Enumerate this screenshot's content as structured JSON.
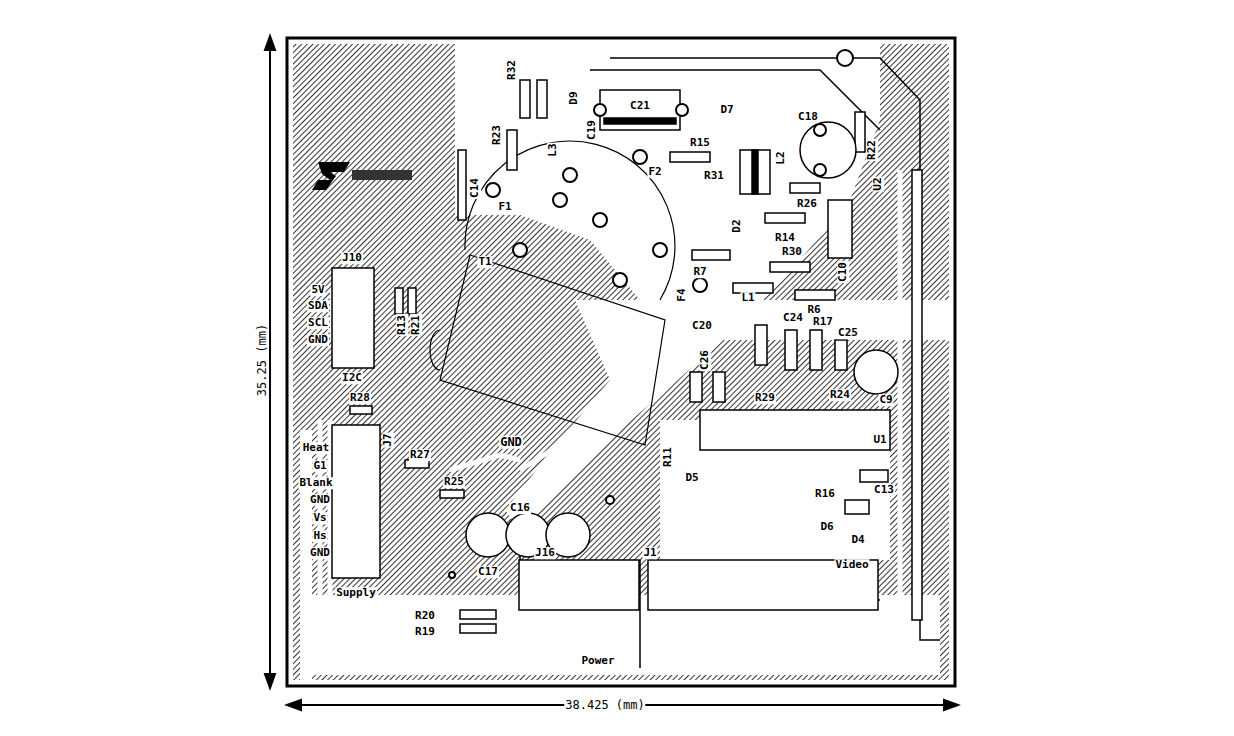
{
  "diagram": {
    "labels": [
      "35.25 (mm)",
      "38.425 (mm)",
      "R32",
      "D9",
      "C21",
      "D7",
      "C18",
      "R22",
      "U2",
      "R23",
      "L3",
      "C19",
      "R15",
      "F2",
      "R31",
      "L2",
      "D2",
      "C14",
      "F1",
      "T1",
      "R26",
      "R14",
      "R30",
      "R7",
      "C10",
      "F4",
      "L1",
      "R6",
      "C20",
      "J10",
      "5V",
      "SDA",
      "SCL",
      "GND",
      "I2C",
      "R13",
      "R21",
      "R28",
      "J7",
      "Heat",
      "G1",
      "Blank",
      "GND",
      "Vs",
      "Hs",
      "GND",
      "Supply",
      "R27",
      "R25",
      "GND",
      "C16",
      "C17",
      "R20",
      "R19",
      "J16",
      "Power",
      "Video",
      "U1",
      "C13",
      "D4",
      "C25",
      "R17",
      "C24",
      "R24",
      "C9",
      "C26",
      "R29",
      "R11",
      "D5",
      "R16",
      "D6",
      "J1"
    ]
  }
}
